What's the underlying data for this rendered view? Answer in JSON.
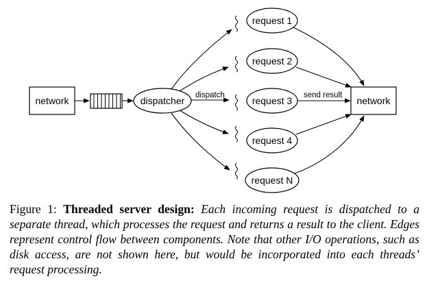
{
  "diagram": {
    "network_in_label": "network",
    "dispatcher_label": "dispatcher",
    "dispatch_edge_label": "dispatch",
    "send_result_edge_label": "send result",
    "network_out_label": "network",
    "requests": [
      "request 1",
      "request 2",
      "request 3",
      "request 4",
      "request N"
    ]
  },
  "caption": {
    "prefix": "Figure 1: ",
    "lead": "Threaded server design:",
    "body": "Each incoming request is dispatched to a separate thread, which processes the request and returns a result to the client. Edges represent control flow between components. Note that other I/O operations, such as disk access, are not shown here, but would be incorporated into each threads’ request processing."
  }
}
